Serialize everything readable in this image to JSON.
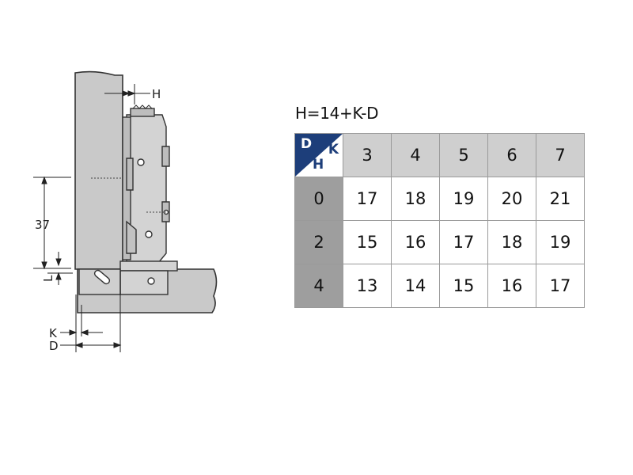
{
  "formula": "H=14+K-D",
  "diagram": {
    "label_h": "H",
    "label_37": "37",
    "label_l": "L",
    "label_k": "K",
    "label_d": "D"
  },
  "table": {
    "corner": {
      "d": "D",
      "k": "K",
      "h": "H"
    },
    "columns": [
      "3",
      "4",
      "5",
      "6",
      "7"
    ],
    "rows": [
      {
        "head": "0",
        "values": [
          "17",
          "18",
          "19",
          "20",
          "21"
        ]
      },
      {
        "head": "2",
        "values": [
          "15",
          "16",
          "17",
          "18",
          "19"
        ]
      },
      {
        "head": "4",
        "values": [
          "13",
          "14",
          "15",
          "16",
          "17"
        ]
      }
    ]
  },
  "colors": {
    "panel": "#c9c9c9",
    "hinge": "#d3d3d3",
    "corner_blue": "#1d3e7a",
    "col_header": "#cfcfcf",
    "row_header": "#9e9e9e"
  }
}
